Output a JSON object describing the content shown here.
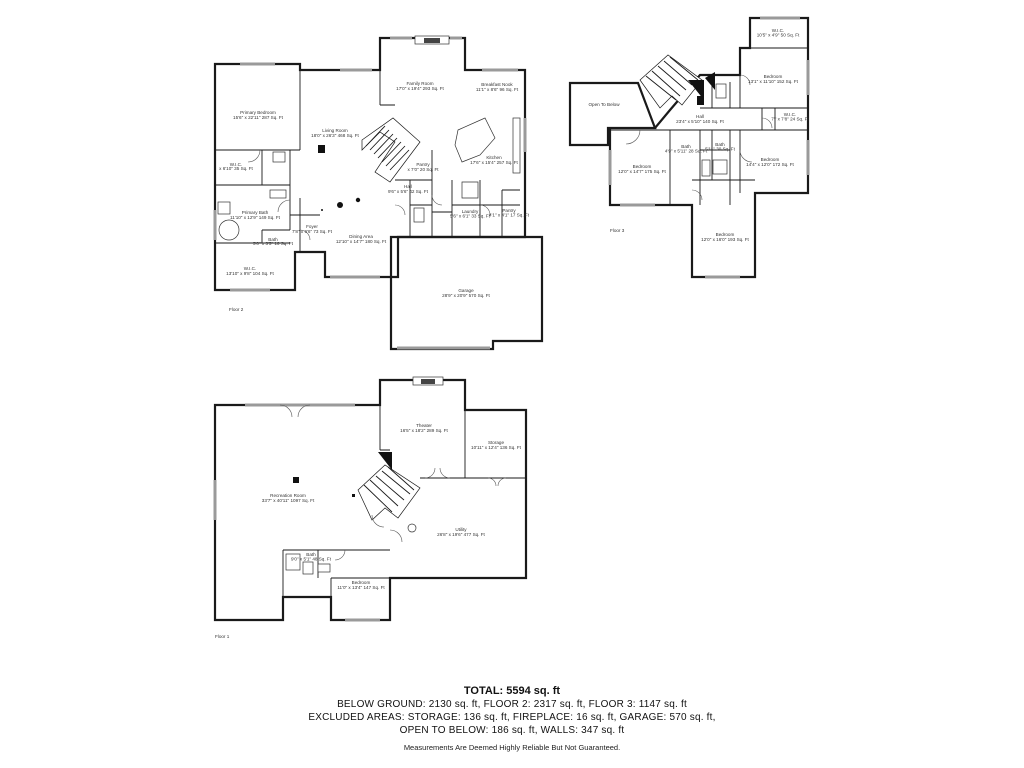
{
  "floors": {
    "floor2": {
      "label": "Floor 2",
      "rooms": {
        "primary_bedroom": [
          "Primary Bedroom",
          "15'6\" x 22'11\" 287 Sq. Ft"
        ],
        "living_room": [
          "Living Room",
          "18'0\" x 26'3\" 468 Sq. Ft"
        ],
        "family_room": [
          "Family Room",
          "17'0\" x 19'4\" 293 Sq. Ft"
        ],
        "breakfast_nook": [
          "Breakfast Nook",
          "11'1\" x 8'6\" 96 Sq. Ft"
        ],
        "kitchen": [
          "Kitchen",
          "17'6\" x 15'4\" 257 Sq. Ft"
        ],
        "pantry_a": [
          "Pantry",
          "x 7'0\" 20 Sq. Ft"
        ],
        "hall": [
          "Hall",
          "9'6\" x 5'6\" 42 Sq. Ft"
        ],
        "wic_a": [
          "W.I.C.",
          "x 6'10\" 35 Sq. Ft"
        ],
        "primary_bath": [
          "Primary Bath",
          "11'10\" x 12'9\" 149 Sq. Ft"
        ],
        "bath_a": [
          "Bath",
          "5'0\" x 3'5\" 16 Sq. Ft"
        ],
        "wic_b": [
          "W.I.C.",
          "13'10\" x 9'8\" 104 Sq. Ft"
        ],
        "foyer": [
          "Foyer",
          "7'8\" x 9'6\" 73 Sq. Ft"
        ],
        "dining_area": [
          "Dining Area",
          "12'10\" x 14'7\" 180 Sq. Ft"
        ],
        "laundry": [
          "Laundry",
          "5'6\" x 6'1\" 33 Sq. Ft"
        ],
        "pantry_b": [
          "Pantry",
          "4'1\" x 4'1\" 17 Sq. Ft"
        ],
        "garage": [
          "Garage",
          "28'9\" x 20'9\" 570 Sq. Ft"
        ]
      }
    },
    "floor3": {
      "label": "Floor 3",
      "open_to_below": "Open To Below",
      "rooms": {
        "wic_c": [
          "W.I.C.",
          "10'5\" x 4'9\" 50 Sq. Ft"
        ],
        "bedroom_a": [
          "Bedroom",
          "13'1\" x 11'10\" 152 Sq. Ft"
        ],
        "hall": [
          "Hall",
          "23'4\" x 5'10\" 140 Sq. Ft"
        ],
        "wic_d": [
          "W.I.C.",
          "7'\" x 7'8\" 24 Sq. Ft"
        ],
        "bath_b": [
          "Bath",
          "4'9\" x 5'11\" 28 Sq. Ft"
        ],
        "bath_c": [
          "Bath",
          "5'11\" 30 Sq. Ft"
        ],
        "bedroom_b": [
          "Bedroom",
          "12'0\" x 14'7\" 175 Sq. Ft"
        ],
        "bedroom_c": [
          "Bedroom",
          "14'4\" x 12'0\" 172 Sq. Ft"
        ],
        "bedroom_d": [
          "Bedroom",
          "12'0\" x 16'0\" 193 Sq. Ft"
        ]
      }
    },
    "floor1": {
      "label": "Floor 1",
      "rooms": {
        "theater": [
          "Theater",
          "16'5\" x 18'2\" 289 Sq. Ft"
        ],
        "storage": [
          "Storage",
          "10'11\" x 12'4\" 136 Sq. Ft"
        ],
        "recreation_room": [
          "Recreation Room",
          "33'7\" x 40'11\" 1097 Sq. Ft"
        ],
        "utility": [
          "Utility",
          "26'8\" x 19'6\" 477 Sq. Ft"
        ],
        "bath_d": [
          "Bath",
          "9'0\" x 5'1\" 48 Sq. Ft"
        ],
        "bedroom_e": [
          "Bedroom",
          "11'0\" x 13'4\" 147 Sq. Ft"
        ]
      }
    }
  },
  "summary": {
    "total": "TOTAL: 5594 sq. ft",
    "line1": "BELOW GROUND: 2130 sq. ft, FLOOR 2: 2317 sq. ft, FLOOR 3: 1147 sq. ft",
    "line2": "EXCLUDED AREAS: STORAGE: 136 sq. ft, FIREPLACE: 16 sq. ft, GARAGE: 570 sq. ft,",
    "line3": "OPEN TO BELOW: 186 sq. ft, WALLS: 347 sq. ft",
    "disclaimer": "Measurements Are Deemed Highly Reliable But Not Guaranteed."
  }
}
